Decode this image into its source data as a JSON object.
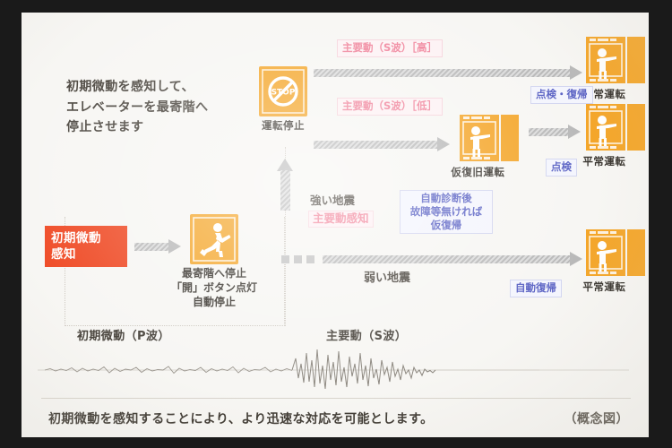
{
  "page": {
    "intro_lines": [
      "初期微動を感知して、",
      "エレベーターを最寄階へ",
      "停止させます"
    ],
    "bottom_caption": "初期微動を感知することにより、より迅速な対応を可能とします。",
    "concept_note": "（概念図）"
  },
  "badge": {
    "line1": "初期微動",
    "line2": "感知"
  },
  "nodes": {
    "nearest_floor_stop": {
      "icon": "running-person-icon",
      "label_lines": [
        "最寄階へ停止",
        "「開」ボタン点灯",
        "自動停止"
      ]
    },
    "operation_stop": {
      "icon": "stop-sign-icon",
      "icon_text": "STOP",
      "label": "運転停止"
    },
    "temp_restore_operation": {
      "icon": "elevator-person-icon",
      "label": "仮復旧運転"
    },
    "normal_operation_top": {
      "icon": "elevator-person-icon",
      "label": "平常運転"
    },
    "normal_operation_mid": {
      "icon": "elevator-person-icon",
      "label": "平常運転"
    },
    "normal_operation_bottom": {
      "icon": "elevator-person-icon",
      "label": "平常運転"
    }
  },
  "edges": {
    "s_wave_high": "主要動（S波）［高］",
    "s_wave_low": "主要動（S波）［低］",
    "inspect_and_restore": "点検・復帰",
    "inspect": "点検",
    "auto_restore": "自動復帰",
    "strong_quake": "強い地震",
    "main_motion_detect": "主要動感知",
    "weak_quake": "弱い地震",
    "auto_diagnosis_lines": [
      "自動診断後",
      "故障等無ければ",
      "仮復帰"
    ]
  },
  "waveband": {
    "p_wave_label": "初期微動（P波）",
    "s_wave_label": "主要動（S波）"
  },
  "colors": {
    "accent_orange": "#f4a62a",
    "alert_red": "#ef4b26",
    "pink_label": "#f0829a",
    "blue_label": "#5b63c4",
    "arrow_gray": "#b9b9b9",
    "paper": "#f7f6f3"
  }
}
